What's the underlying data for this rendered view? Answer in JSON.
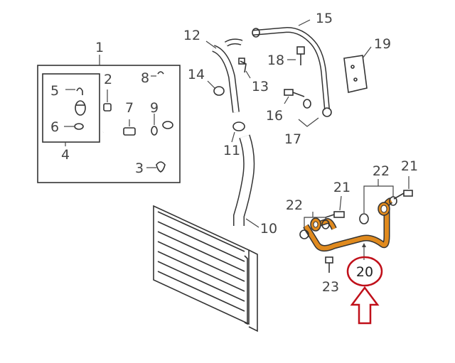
{
  "labels": {
    "p1": "1",
    "p2": "2",
    "p3": "3",
    "p4": "4",
    "p5": "5",
    "p6": "6",
    "p7": "7",
    "p8": "8",
    "p9": "9",
    "p10": "10",
    "p11": "11",
    "p12": "12",
    "p13": "13",
    "p14": "14",
    "p15": "15",
    "p16": "16",
    "p17": "17",
    "p18": "18",
    "p19": "19",
    "p20": "20",
    "p21a": "21",
    "p21b": "21",
    "p22a": "22",
    "p22b": "22",
    "p23": "23"
  },
  "colors": {
    "highlight_pipe": "#e08a1e",
    "highlight_ring": "#c0101a",
    "arrow": "#c0101a",
    "line": "#333333"
  }
}
